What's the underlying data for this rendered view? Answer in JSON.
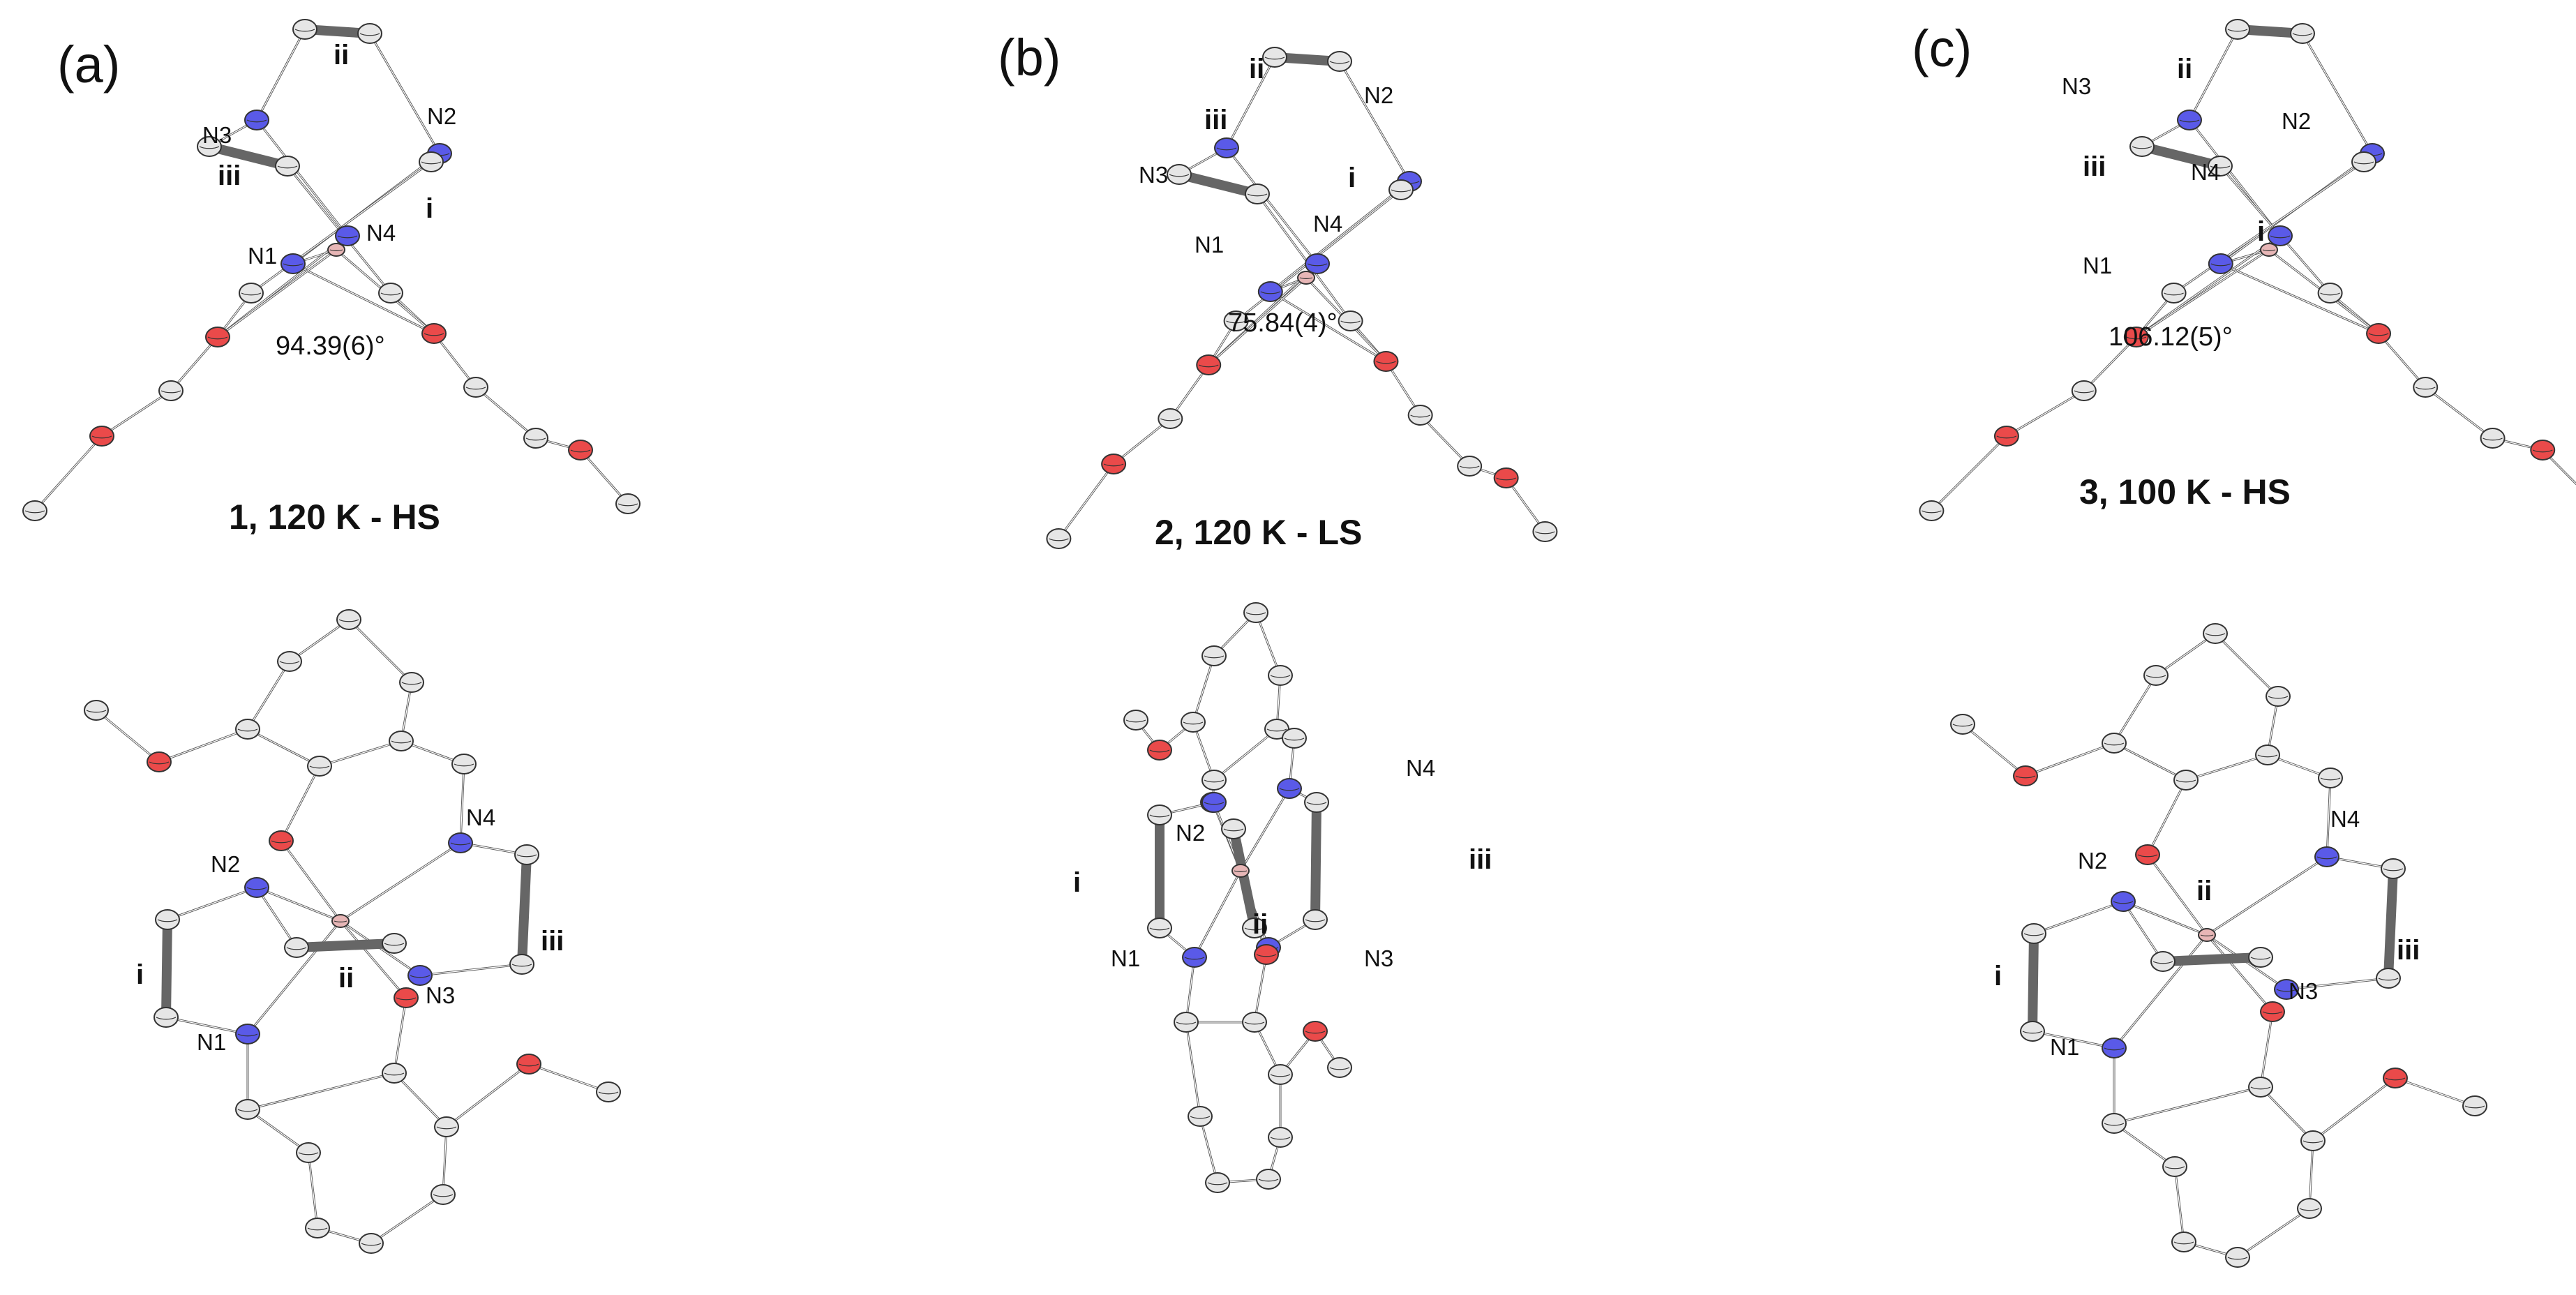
{
  "panels": [
    {
      "letter": "(a)",
      "caption": "1, 120 K - HS",
      "angle": "94.39(6)°",
      "top_labels": {
        "n1": "N1",
        "n2": "N2",
        "n3": "N3",
        "n4": "N4",
        "r1": "i",
        "r2": "ii",
        "r3": "iii"
      },
      "bottom_labels": {
        "n1": "N1",
        "n2": "N2",
        "n3": "N3",
        "n4": "N4",
        "r1": "i",
        "r2": "ii",
        "r3": "iii"
      }
    },
    {
      "letter": "(b)",
      "caption": "2, 120 K - LS",
      "angle": "75.84(4)°",
      "top_labels": {
        "n1": "N1",
        "n2": "N2",
        "n3": "N3",
        "n4": "N4",
        "r1": "i",
        "r2": "ii",
        "r3": "iii"
      },
      "bottom_labels": {
        "n1": "N1",
        "n2": "N2",
        "n3": "N3",
        "n4": "N4",
        "r1": "i",
        "r2": "ii",
        "r3": "iii"
      }
    },
    {
      "letter": "(c)",
      "caption": "3, 100 K - HS",
      "angle": "106.12(5)°",
      "top_labels": {
        "n1": "N1",
        "n2": "N2",
        "n3": "N3",
        "n4": "N4",
        "r1": "i",
        "r2": "ii",
        "r3": "iii"
      },
      "bottom_labels": {
        "n1": "N1",
        "n2": "N2",
        "n3": "N3",
        "n4": "N4",
        "r1": "i",
        "r2": "ii",
        "r3": "iii"
      }
    }
  ],
  "atom_colors": {
    "carbon": "#e6e6e6",
    "nitrogen": "#5a5ae8",
    "oxygen": "#ea4a4a",
    "metal": "#e7b6b6",
    "bond": "#4a4a4a"
  }
}
